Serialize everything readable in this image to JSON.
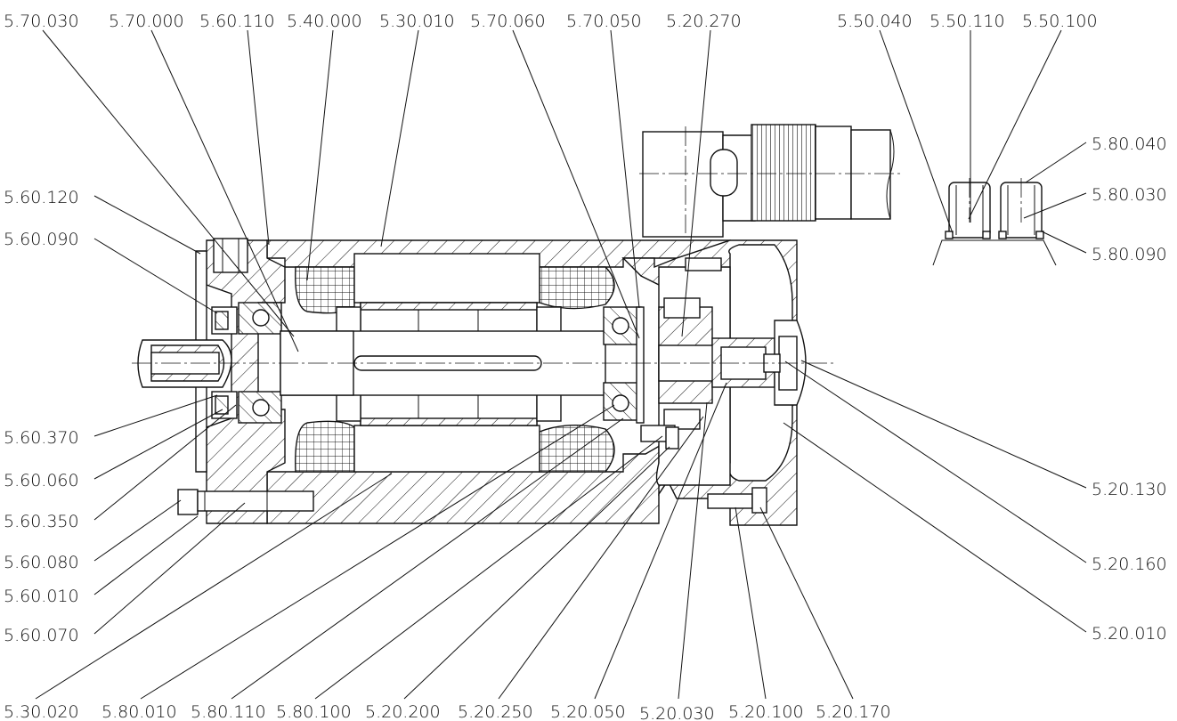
{
  "labels": {
    "top": [
      "5.70.030",
      "5.70.000",
      "5.60.110",
      "5.40.000",
      "5.30.010",
      "5.70.060",
      "5.70.050",
      "5.20.270",
      "5.50.040",
      "5.50.110",
      "5.50.100"
    ],
    "left": [
      "5.60.120",
      "5.60.090",
      "5.60.370",
      "5.60.060",
      "5.60.350",
      "5.60.080",
      "5.60.010",
      "5.60.070"
    ],
    "right": [
      "5.80.040",
      "5.80.030",
      "5.80.090",
      "5.20.130",
      "5.20.160",
      "5.20.010"
    ],
    "bottom": [
      "5.30.020",
      "5.80.010",
      "5.80.110",
      "5.80.100",
      "5.20.200",
      "5.20.250",
      "5.20.050",
      "5.20.030",
      "5.20.100",
      "5.20.170"
    ]
  }
}
